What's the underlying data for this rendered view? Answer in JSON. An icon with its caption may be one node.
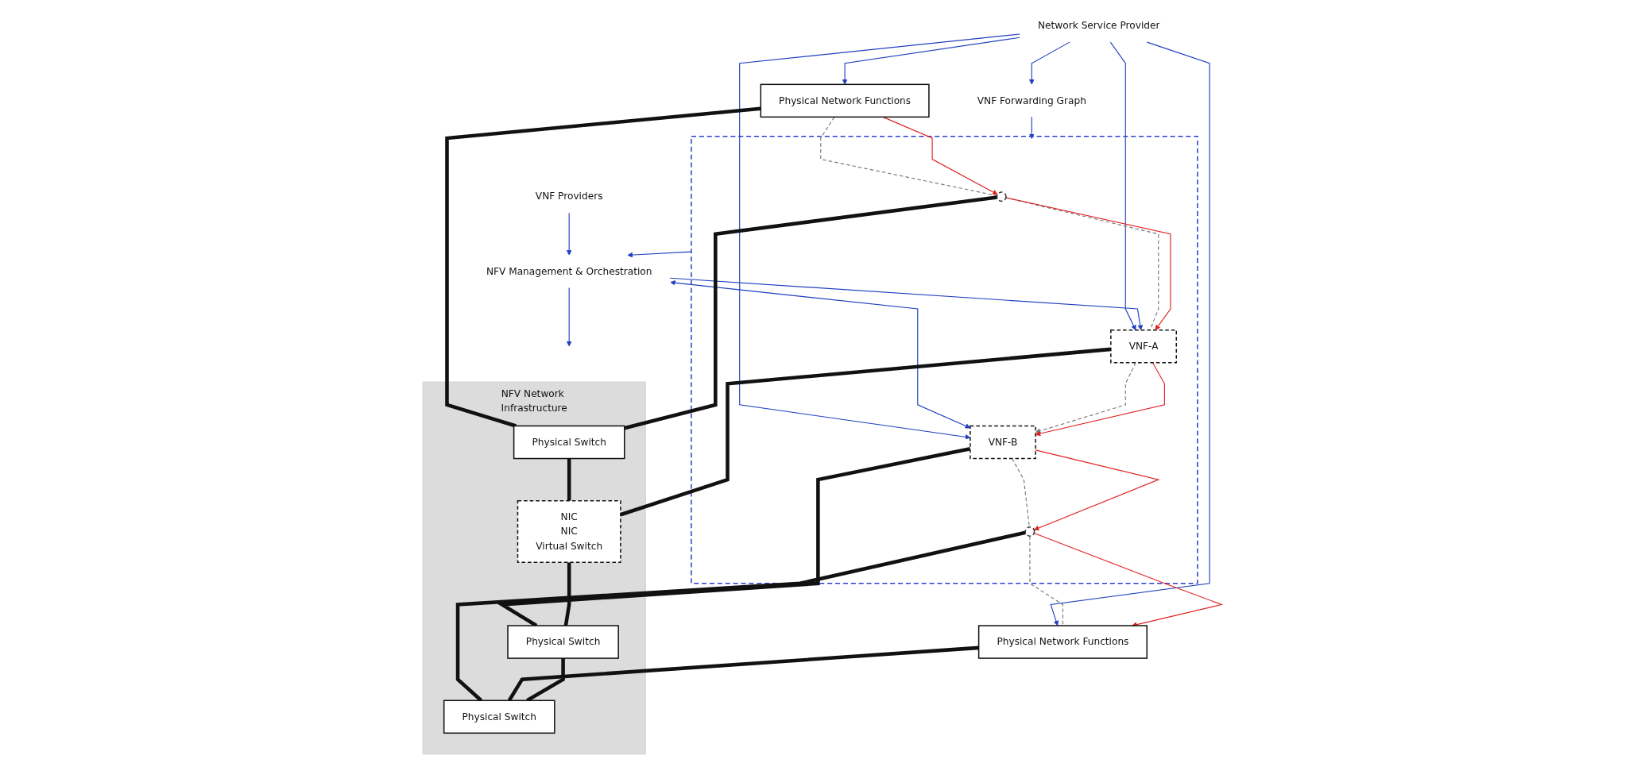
{
  "diagram": {
    "nodes": [
      {
        "text": [
          "Network Service Provider"
        ]
      },
      {
        "text": [
          "VNF Forwarding Graph"
        ]
      },
      {
        "text": [
          "Physical Network Functions"
        ]
      },
      {
        "text": [],
        "shape": "box"
      },
      {
        "text": [],
        "shape": "circle",
        "in": 3
      },
      {
        "text": [
          "VNF-A"
        ],
        "in": 3
      },
      {
        "text": [
          "VNF-B"
        ],
        "in": 3
      },
      {
        "text": [],
        "shape": "circle",
        "in": 3
      },
      {
        "text": [
          "Physical Network Functions"
        ]
      },
      {
        "text": [
          "NFV Management & Orchestration"
        ]
      },
      {
        "text": [
          "VNF Providers"
        ]
      },
      {
        "text": [
          "NFV Network Infrastructure"
        ]
      },
      {
        "text": [
          "Physical Switch"
        ],
        "in": 11
      },
      {
        "text": [
          "NIC",
          "NIC",
          "Virtual Switch"
        ],
        "in": 11
      },
      {
        "text": [
          "Physical Switch"
        ],
        "in": 11
      },
      {
        "text": [
          "Physical Switch"
        ],
        "in": 11
      }
    ],
    "edges": [
      {
        "from": 0,
        "to": 2,
        "arrow": "to",
        "color": "#1f3fbf"
      },
      {
        "from": 0,
        "to": 5,
        "arrow": "to",
        "color": "#1f3fbf"
      },
      {
        "from": 0,
        "to": 1,
        "arrow": "to",
        "color": "#1f3fbf"
      },
      {
        "from": 0,
        "to": 6,
        "arrow": "to",
        "color": "#1f3fbf"
      },
      {
        "from": 0,
        "to": 8,
        "arrow": "to",
        "color": "#1f3fbf"
      },
      {
        "from": 1,
        "to": 3,
        "arrow": "to",
        "color": "#1f3fbf"
      },
      {
        "from": 3,
        "to": 9,
        "arrow": "to",
        "color": "#1f3fbf"
      },
      {
        "from": 9,
        "to": 5,
        "arrow": "to",
        "color": "#1f3fbf"
      },
      {
        "from": 9,
        "to": 6,
        "arrow": "both",
        "color": "#1f3fbf"
      },
      {
        "from": 10,
        "to": 9,
        "arrow": "to",
        "color": "#1f3fbf"
      },
      {
        "from": 9,
        "to": 11,
        "arrow": "to",
        "color": "#1f3fbf"
      },
      {
        "from": 2,
        "to": 4,
        "arrow": "none",
        "style": "dashed",
        "color": "#777777"
      },
      {
        "from": 4,
        "to": 5,
        "arrow": "none",
        "style": "dashed",
        "color": "#777777"
      },
      {
        "from": 5,
        "to": 6,
        "arrow": "to",
        "style": "dashed",
        "color": "#777777"
      },
      {
        "from": 6,
        "to": 7,
        "arrow": "none",
        "style": "dashed",
        "color": "#777777"
      },
      {
        "from": 7,
        "to": 8,
        "arrow": "none",
        "style": "dashed",
        "color": "#777777"
      },
      {
        "from": 2,
        "to": 12,
        "arrow": "none",
        "style": "thick",
        "color": "#111111"
      },
      {
        "from": 4,
        "to": 12,
        "arrow": "none",
        "style": "thick",
        "color": "#111111"
      },
      {
        "from": 5,
        "to": 13,
        "arrow": "none",
        "style": "thick",
        "color": "#111111"
      },
      {
        "from": 6,
        "to": 14,
        "arrow": "none",
        "style": "thick",
        "color": "#111111"
      },
      {
        "from": 7,
        "to": 15,
        "arrow": "none",
        "style": "thick",
        "color": "#111111"
      },
      {
        "from": 8,
        "to": 15,
        "arrow": "none",
        "style": "thick",
        "color": "#111111"
      },
      {
        "from": 12,
        "to": 13,
        "arrow": "none",
        "style": "thick",
        "color": "#111111"
      },
      {
        "from": 13,
        "to": 14,
        "arrow": "none",
        "style": "thick",
        "color": "#111111"
      },
      {
        "from": 14,
        "to": 15,
        "arrow": "none",
        "style": "thick",
        "color": "#111111"
      },
      {
        "from": 2,
        "to": 4,
        "arrow": "to",
        "color": "#e02020"
      },
      {
        "from": 4,
        "to": 5,
        "arrow": "to",
        "color": "#e02020"
      },
      {
        "from": 5,
        "to": 6,
        "arrow": "to",
        "color": "#e02020"
      },
      {
        "from": 6,
        "to": 7,
        "arrow": "to",
        "color": "#e02020"
      },
      {
        "from": 7,
        "to": 8,
        "arrow": "to",
        "color": "#e02020"
      }
    ]
  }
}
